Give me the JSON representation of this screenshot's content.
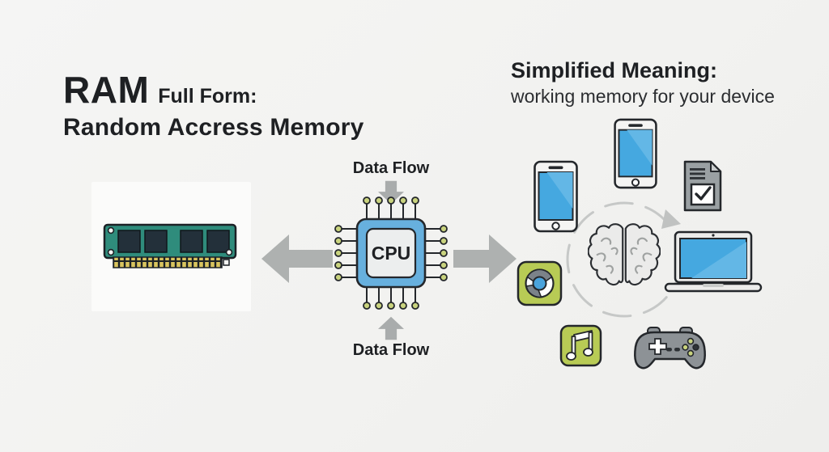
{
  "left_panel": {
    "title_acronym": "RAM",
    "title_label": "Full Form:",
    "title_expansion": "Random Accress Memory",
    "ram_card_icon": "ram-memory-stick"
  },
  "center_panel": {
    "data_flow_top": "Data Flow",
    "cpu_label": "CPU",
    "data_flow_bottom": "Data Flow"
  },
  "right_panel": {
    "heading": "Simplified Meaning:",
    "subheading": "working memory for your device",
    "icons": [
      "smartphone-left",
      "smartphone-top",
      "document-check",
      "chrome-browser",
      "brain",
      "laptop",
      "music-app",
      "game-controller"
    ]
  },
  "colors": {
    "background": "#f2f2f0",
    "card": "#fbfbfa",
    "text": "#1e2023",
    "arrow_gray": "#aeb1b0",
    "cpu_blue": "#67b0de",
    "cpu_inner": "#eceeee",
    "pin_green": "#c9d37e",
    "pcb_teal": "#2f8c7c",
    "chip_dark": "#23303a",
    "gold_pins": "#d9c45e",
    "screen_blue": "#45a8e0",
    "device_green": "#b8cb55",
    "doc_gray": "#9aa0a3",
    "controller_gray": "#8d9296",
    "outline_dark": "#24272b",
    "dashed_circle": "#c6c8c7"
  }
}
